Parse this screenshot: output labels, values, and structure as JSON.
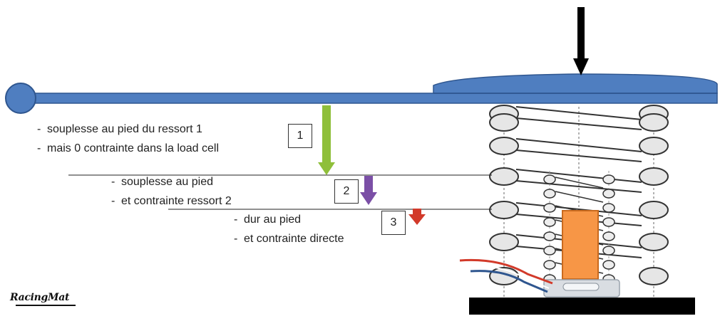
{
  "notes": {
    "n1_line1": "souplesse au pied du ressort 1",
    "n1_line2": "mais 0 contrainte dans la load cell",
    "n2_line1": "souplesse au pied",
    "n2_line2": "et contrainte ressort 2",
    "n3_line1": "dur au pied",
    "n3_line2": "et contrainte directe",
    "dash": "-"
  },
  "stages": [
    "1",
    "2",
    "3"
  ],
  "logo": "RacingMat",
  "colors": {
    "pedal": "#4f7ec0",
    "pedal_outline": "#2f568f",
    "arrow_stage1": "#8fbf3a",
    "arrow_stage2": "#7b4fa6",
    "arrow_stage3": "#d23a2a",
    "arrow_force": "#000000",
    "load_cell": "#f79646",
    "base": "#000000",
    "wire_red": "#d23a2a",
    "wire_blue": "#2f568f"
  },
  "icons": {
    "pivot": "pivot-circle-icon",
    "force": "force-arrow-icon",
    "spring": "coil-spring-icon",
    "load_cell": "load-cell-icon"
  }
}
